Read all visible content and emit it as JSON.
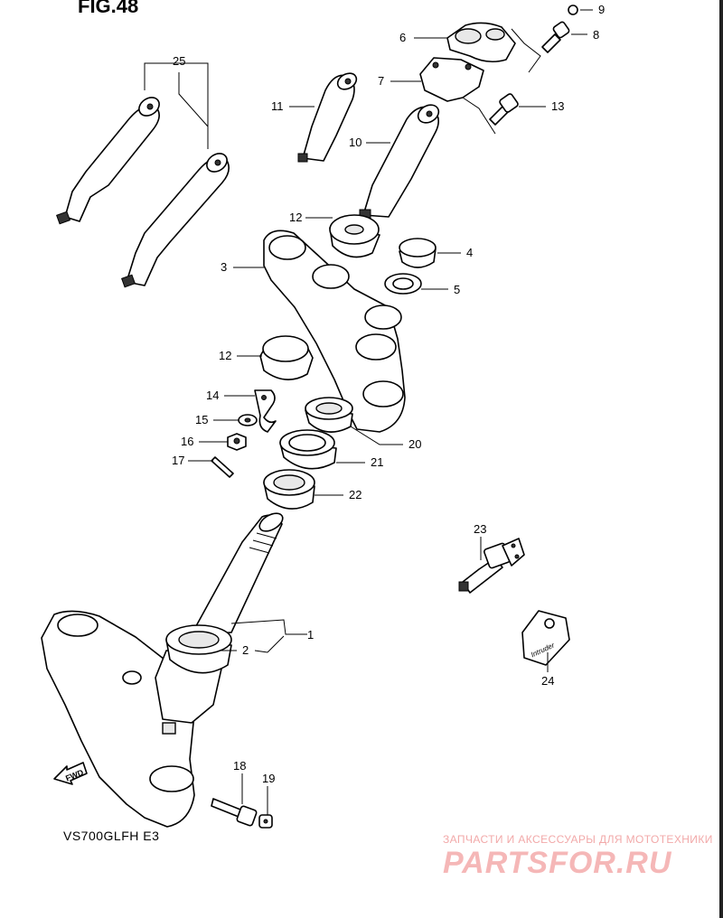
{
  "figure_title": "FIG.48",
  "model_code": "VS700GLFH  E3",
  "forward_marker": "FWD",
  "watermark": {
    "tagline": "ЗАПЧАСТИ И АКСЕССУАРЫ ДЛЯ МОТОТЕХНИКИ",
    "brand": "PARTSFOR.RU"
  },
  "key_tag_text": "Intruder",
  "callouts": [
    "1",
    "2",
    "3",
    "4",
    "5",
    "6",
    "7",
    "8",
    "9",
    "10",
    "11",
    "12",
    "13",
    "14",
    "15",
    "16",
    "17",
    "18",
    "19",
    "20",
    "21",
    "22",
    "23",
    "24",
    "25"
  ],
  "labels": {
    "c1": "1",
    "c2": "2",
    "c3": "3",
    "c4": "4",
    "c5": "5",
    "c6": "6",
    "c7": "7",
    "c8": "8",
    "c9": "9",
    "c10": "10",
    "c11": "11",
    "c12a": "12",
    "c12b": "12",
    "c13": "13",
    "c14": "14",
    "c15": "15",
    "c16": "16",
    "c17": "17",
    "c18": "18",
    "c19": "19",
    "c20": "20",
    "c21": "21",
    "c22": "22",
    "c23": "23",
    "c24": "24",
    "c25": "25"
  }
}
